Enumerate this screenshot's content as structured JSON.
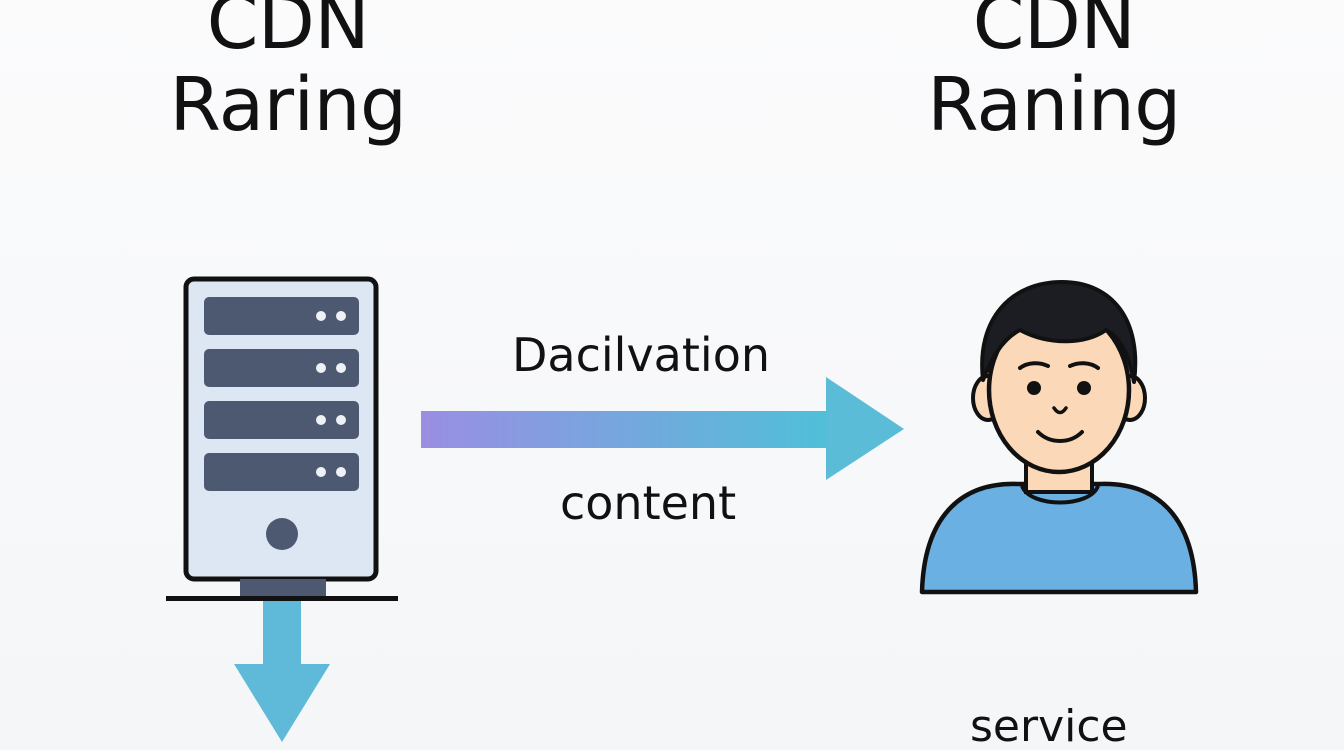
{
  "left_title": {
    "line1": "CDN",
    "line2": "Raring"
  },
  "right_title": {
    "line1": "CDN",
    "line2": "Raning"
  },
  "arrow_label_top": "Dacilvation",
  "arrow_label_bottom": "content",
  "service_label": "service",
  "icons": {
    "server": "server-icon",
    "user": "user-avatar-icon",
    "horizontal_arrow": "arrow-right-icon",
    "down_arrow": "arrow-down-icon"
  },
  "colors": {
    "server_body": "#dde6f3",
    "server_bays": "#4d5970",
    "arrow_start": "#9a8ee3",
    "arrow_end": "#4fc0d8",
    "down_arrow": "#5fbad9",
    "user_shirt": "#6ab0e3",
    "user_skin": "#fbd9b8",
    "user_hair": "#1b1d22"
  }
}
